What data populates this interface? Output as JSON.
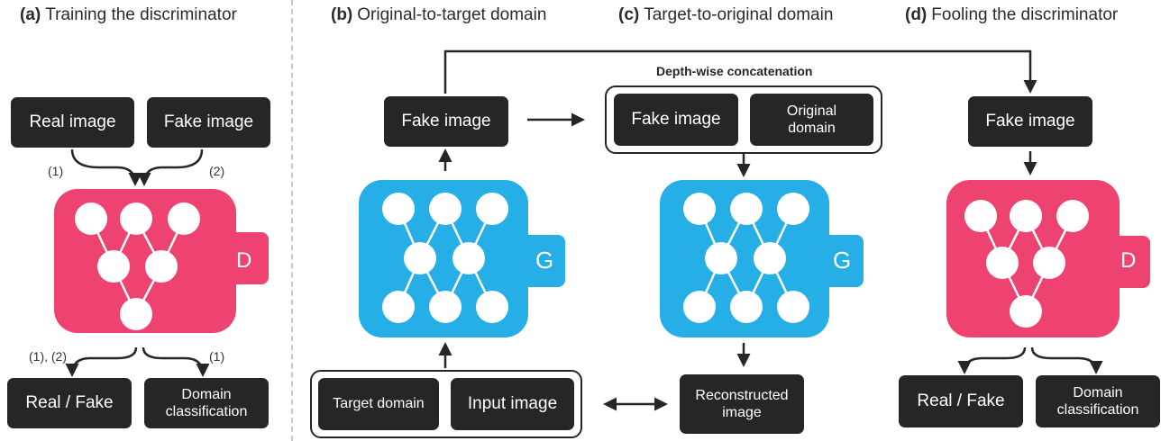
{
  "panels": {
    "a": {
      "letter": "(a)",
      "title": "Training the discriminator"
    },
    "b": {
      "letter": "(b)",
      "title": "Original-to-target domain"
    },
    "c": {
      "letter": "(c)",
      "title": "Target-to-original domain"
    },
    "d": {
      "letter": "(d)",
      "title": "Fooling the discriminator"
    }
  },
  "panel_a": {
    "real_image": "Real image",
    "fake_image": "Fake image",
    "label_1_left": "(1)",
    "label_2_right": "(2)",
    "network_letter": "D",
    "label_12": "(1), (2)",
    "label_1_bottom": "(1)",
    "real_fake": "Real / Fake",
    "domain_classification": "Domain classification"
  },
  "panel_b": {
    "fake_image": "Fake image",
    "network_letter": "G",
    "target_domain": "Target domain",
    "input_image": "Input image"
  },
  "panel_c": {
    "concat_caption": "Depth-wise concatenation",
    "fake_image": "Fake image",
    "original_domain": "Original domain",
    "network_letter": "G",
    "reconstructed_image": "Reconstructed image"
  },
  "panel_d": {
    "fake_image": "Fake image",
    "network_letter": "D",
    "real_fake": "Real / Fake",
    "domain_classification": "Domain classification"
  },
  "colors": {
    "discriminator": "#ee4370",
    "generator": "#26aee6",
    "box": "#262626",
    "node": "#ffffff"
  }
}
